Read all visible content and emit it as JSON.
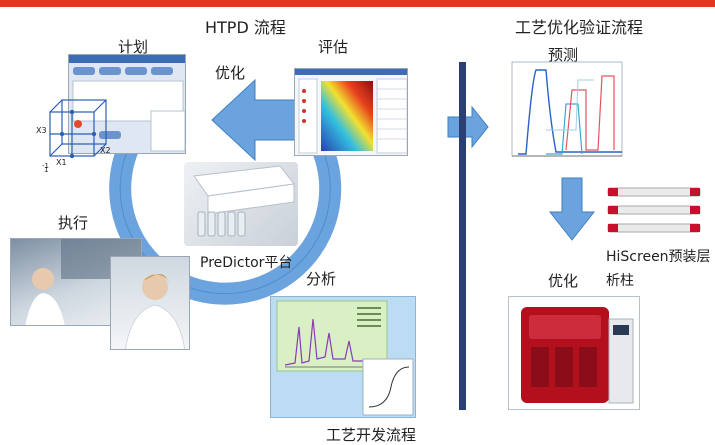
{
  "htpd": {
    "title": "HTPD 流程",
    "steps": {
      "plan": "计划",
      "evaluate": "评估",
      "optimize": "优化",
      "execute": "执行",
      "analyze": "分析"
    },
    "platform": "PreDictor平台",
    "bottom_label": "工艺开发流程",
    "axis_labels": {
      "x": "X1",
      "x3": "X3",
      "x2": "X2",
      "tick_neg": "-1",
      "tick_pos": "1"
    }
  },
  "verification": {
    "title": "工艺优化验证流程",
    "predict": "预测",
    "column_line1": "HiScreen预装层",
    "column_line2": "析柱",
    "optimize": "优化"
  },
  "colors": {
    "accent_red": "#e63323",
    "cycle_arrow": "#6aa3dd",
    "cycle_arrow_edge": "#3f7fc4",
    "divider": "#2b3f73",
    "column_red": "#c8102e"
  }
}
